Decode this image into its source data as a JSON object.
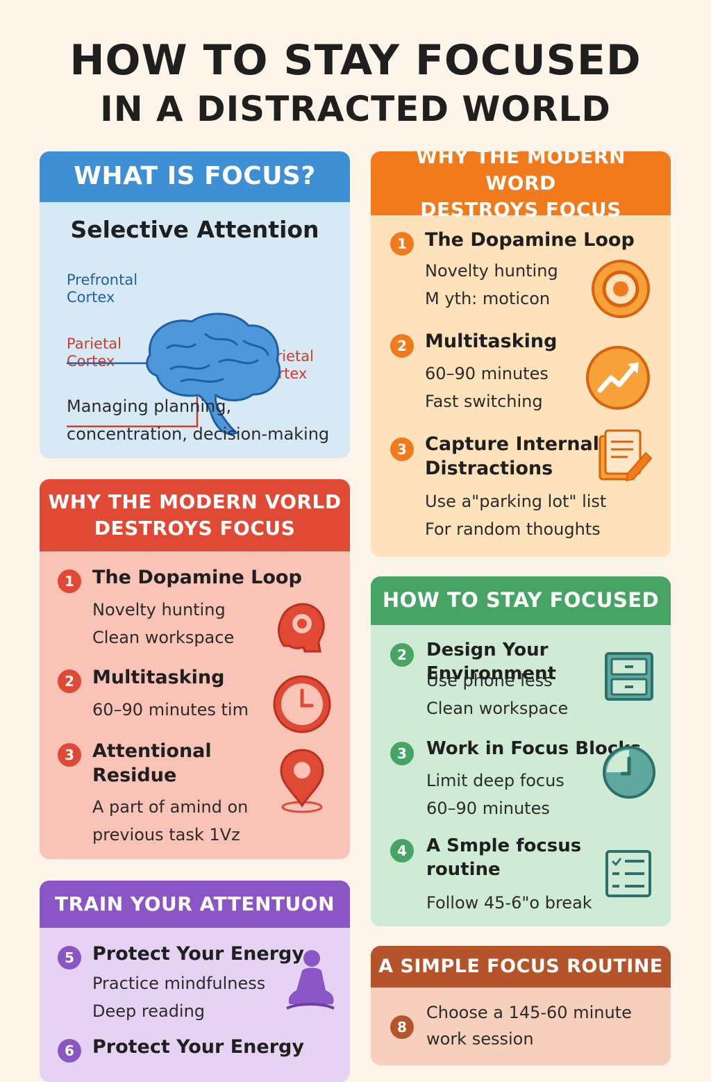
{
  "title": {
    "line1": "HOW TO STAY FOCUSED",
    "line2": "IN A DISTRACTED WORLD"
  },
  "colors": {
    "background": "#fdf4ea",
    "blue": "#3f8fd4",
    "orange": "#f07a1c",
    "red": "#e04a35",
    "green": "#46a564",
    "purple": "#8a55c4",
    "brown": "#b5532a"
  },
  "what_is_focus": {
    "header": "WHAT IS FOCUS?",
    "subtitle": "Selective Attention",
    "label_prefrontal_1": "Prefrontal",
    "label_prefrontal_2": "Cortex",
    "label_parietal_left_1": "Parietal",
    "label_parietal_left_2": "Cortex",
    "label_parietal_right_1": "Parietal",
    "label_parietal_right_2": "Cortex",
    "desc_1": "Managing planning,",
    "desc_2": "concentration, decision-making",
    "icon": "brain-icon"
  },
  "modern_world_orange": {
    "header_1": "WHY THE MODERN WORD",
    "header_2": "DESTROYS FOCUS",
    "items": [
      {
        "num": "1",
        "title": "The Dopamine Loop",
        "lines": [
          "Novelty hunting",
          "M yth: moticon"
        ],
        "icon": "target-icon"
      },
      {
        "num": "2",
        "title": "Multitasking",
        "lines": [
          "60–90 minutes",
          "Fast switching"
        ],
        "icon": "trend-arrow-icon"
      },
      {
        "num": "3",
        "title": "Capture Internal",
        "title2": "Distractions",
        "lines": [
          "Use a\"parking lot\" list",
          "For random thoughts"
        ],
        "icon": "notepad-pencil-icon"
      }
    ]
  },
  "modern_world_red": {
    "header_1": "WHY THE MODERN VORLD",
    "header_2": "DESTROYS FOCUS",
    "items": [
      {
        "num": "1",
        "title": "The Dopamine Loop",
        "lines": [
          "Novelty hunting",
          "Clean workspace"
        ],
        "icon": "head-icon"
      },
      {
        "num": "2",
        "title": "Multitasking",
        "lines": [
          "60–90 minutes tim"
        ],
        "icon": "clock-icon"
      },
      {
        "num": "3",
        "title": "Attentional",
        "title2": "Residue",
        "lines": [
          "A part of amind on",
          "previous task 1Vz"
        ],
        "icon": "location-pin-icon"
      }
    ]
  },
  "how_to_stay_focused": {
    "header": "HOW TO STAY FOCUSED",
    "items": [
      {
        "num": "2",
        "title": "Design Your Environment",
        "lines": [
          "Use phone less",
          "Clean workspace"
        ],
        "icon": "cabinet-icon"
      },
      {
        "num": "3",
        "title": "Work in Focus Blocks",
        "lines": [
          "Limit deep focus",
          "60–90 minutes"
        ],
        "icon": "timer-icon"
      },
      {
        "num": "4",
        "title": "A Smple focsus",
        "title2": "routine",
        "lines": [
          "Follow 45-6\"o break"
        ],
        "icon": "checklist-icon"
      }
    ]
  },
  "train_attention": {
    "header": "TRAIN YOUR ATTENTUON",
    "items": [
      {
        "num": "5",
        "title": "Protect Your Energy",
        "lines": [
          "Practice mindfulness",
          "Deep reading"
        ],
        "icon": "meditation-icon"
      },
      {
        "num": "6",
        "title": "Protect Your Energy"
      }
    ]
  },
  "simple_routine": {
    "header": "A SIMPLE FOCUS ROUTINE",
    "items": [
      {
        "num": "8",
        "lines": [
          "Choose a 145-60 minute",
          "work session"
        ]
      }
    ]
  }
}
